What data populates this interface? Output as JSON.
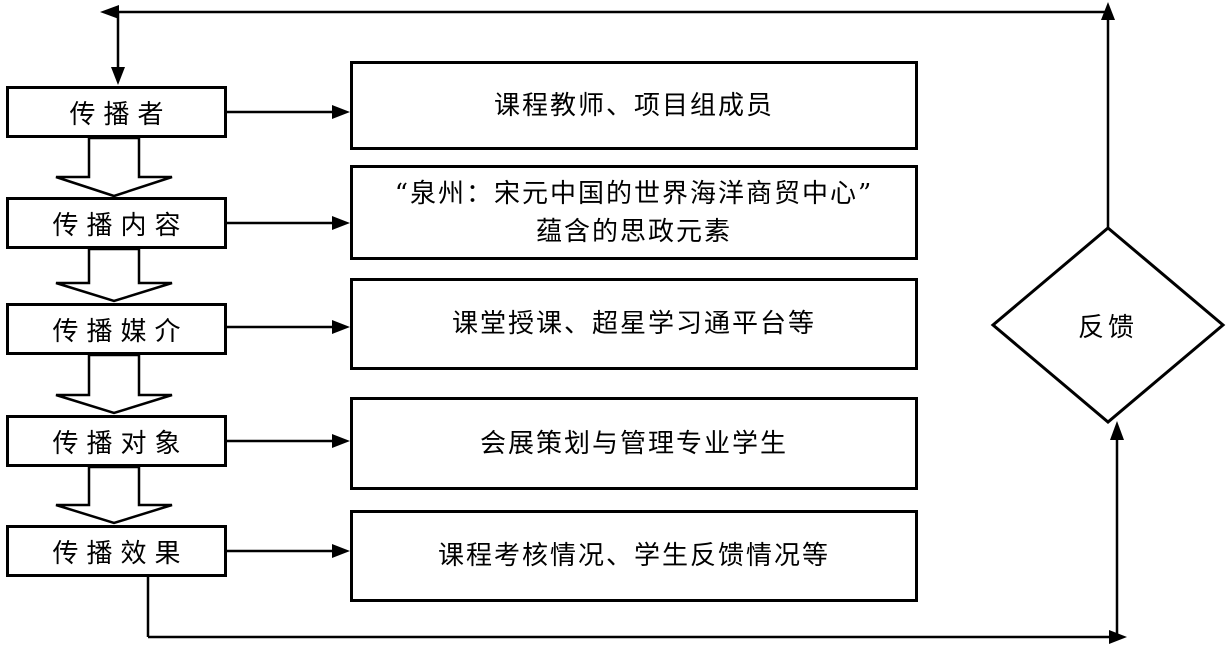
{
  "diagram": {
    "left_nodes": [
      {
        "label": "传播者"
      },
      {
        "label": "传播内容"
      },
      {
        "label": "传播媒介"
      },
      {
        "label": "传播对象"
      },
      {
        "label": "传播效果"
      }
    ],
    "right_nodes": [
      {
        "lines": [
          "课程教师、项目组成员"
        ]
      },
      {
        "lines": [
          "“泉州：宋元中国的世界海洋商贸中心”",
          "蕴含的思政元素"
        ]
      },
      {
        "lines": [
          "课堂授课、超星学习通平台等"
        ]
      },
      {
        "lines": [
          "会展策划与管理专业学生"
        ]
      },
      {
        "lines": [
          "课程考核情况、学生反馈情况等"
        ]
      }
    ],
    "feedback": {
      "label": "反馈"
    },
    "colors": {
      "stroke": "#000000",
      "fill": "#ffffff"
    }
  }
}
